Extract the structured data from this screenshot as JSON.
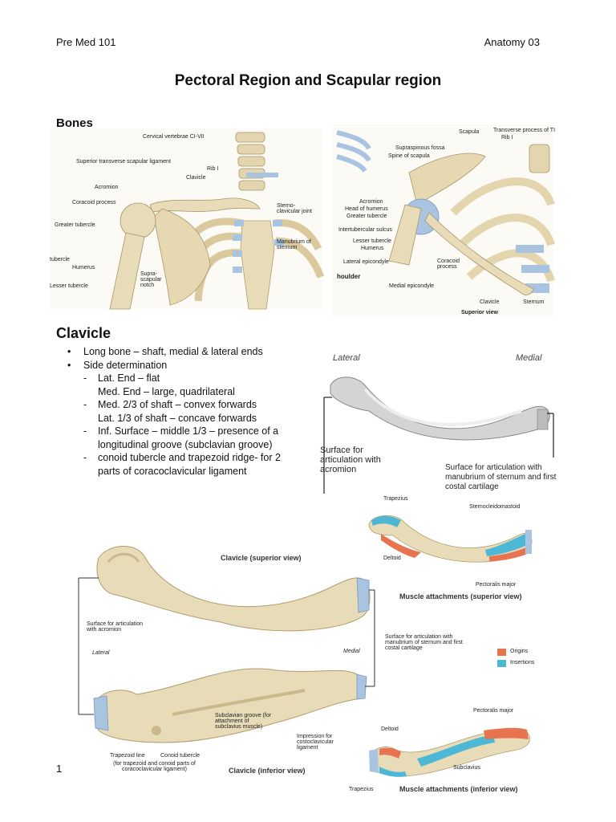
{
  "header": {
    "left": "Pre Med 101",
    "right": "Anatomy 03"
  },
  "title": "Pectoral Region and Scapular region",
  "bones_heading": "Bones",
  "clavicle_heading": "Clavicle",
  "bullets": [
    "Long bone – shaft, medial & lateral ends",
    "Side determination"
  ],
  "sub_items": [
    {
      "line1": "Lat. End – flat",
      "line2": "Med. End – large, quadrilateral"
    },
    {
      "line1": "Med. 2/3 of shaft – convex forwards",
      "line2": "Lat. 1/3 of shaft – concave forwards"
    },
    {
      "line1": "Inf. Surface – middle 1/3 – presence of a",
      "line2": "longitudinal groove (subclavian groove)"
    },
    {
      "line1": "conoid tubercle and trapezoid ridge- for 2",
      "line2": "parts of coracoclavicular ligament"
    }
  ],
  "fig1": {
    "labels": {
      "cervical": "Cervical vertebrae CI-VII",
      "sup_transverse": "Superior transverse scapular ligament",
      "rib1": "Rib I",
      "acromion": "Acromion",
      "clavicle": "Clavicle",
      "coracoid": "Coracoid process",
      "sternoclavicular": "Sterno-clavicular joint",
      "greater_tubercle": "Greater tubercle",
      "manubrium": "Manubrium of sternum",
      "tubercle": "tubercle",
      "humerus": "Humerus",
      "suprascapular": "Supra-scapular notch",
      "lesser_tubercle": "Lesser tubercle"
    }
  },
  "fig2": {
    "labels": {
      "scapula": "Scapula",
      "transverse": "Transverse process of TI",
      "rib1": "Rib I",
      "supraspinous": "Supraspinous fossa",
      "spine": "Spine of scapula",
      "acromion": "Acromion",
      "head": "Head of humerus",
      "greater": "Greater tubercle",
      "intertubercular": "Intertubercular sulcus",
      "lesser": "Lesser tubercle",
      "humerus": "Humerus",
      "lateral_epi": "Lateral epicondyle",
      "coracoid": "Coracoid process",
      "houlder": "houlder",
      "medial_epi": "Medial epicondyle",
      "clavicle": "Clavicle",
      "sternum": "Sternum",
      "caption": "Superior view"
    }
  },
  "fig3": {
    "lateral": "Lateral",
    "medial": "Medial",
    "surface_acromion": "Surface for articulation with acromion",
    "surface_manubrium": "Surface for articulation with manubrium of sternum and first costal cartilage"
  },
  "fig4": {
    "trapezius": "Trapezius",
    "sternocleido": "Sternocleidomastoid",
    "deltoid": "Deltoid",
    "pectoralis": "Pectoralis major",
    "caption": "Muscle attachments (superior view)",
    "legend_origins": "Origins",
    "legend_insertions": "Insertions",
    "color_origins": "#e8734f",
    "color_insertions": "#4db8d6"
  },
  "fig5": {
    "caption_sup": "Clavicle (superior view)",
    "caption_inf": "Clavicle (inferior view)",
    "surface_acromion": "Surface for articulation with acromion",
    "lateral": "Lateral",
    "medial": "Medial",
    "surface_manubrium": "Surface for articulation with manubrium of sternum and first costal cartilage",
    "subclavian_groove": "Subclavian groove (for attachment of subclavius muscle)",
    "impression": "Impression for costoclavicular ligament",
    "trapezoid_line": "Trapezoid line",
    "trapezoid_note": "(for trapezoid and conoid parts of coracoclavicular ligament)",
    "conoid": "Conoid tubercle"
  },
  "fig6": {
    "pectoralis": "Pectoralis major",
    "deltoid": "Deltoid",
    "subclavius": "Subclavius",
    "trapezius": "Trapezius",
    "caption": "Muscle attachments (inferior view)"
  },
  "page_number": "1",
  "colors": {
    "bone": "#e8dcb8",
    "bone_shadow": "#c9b98d",
    "cartilage": "#a9c4e0",
    "grey_bone": "#cfcfcf"
  }
}
